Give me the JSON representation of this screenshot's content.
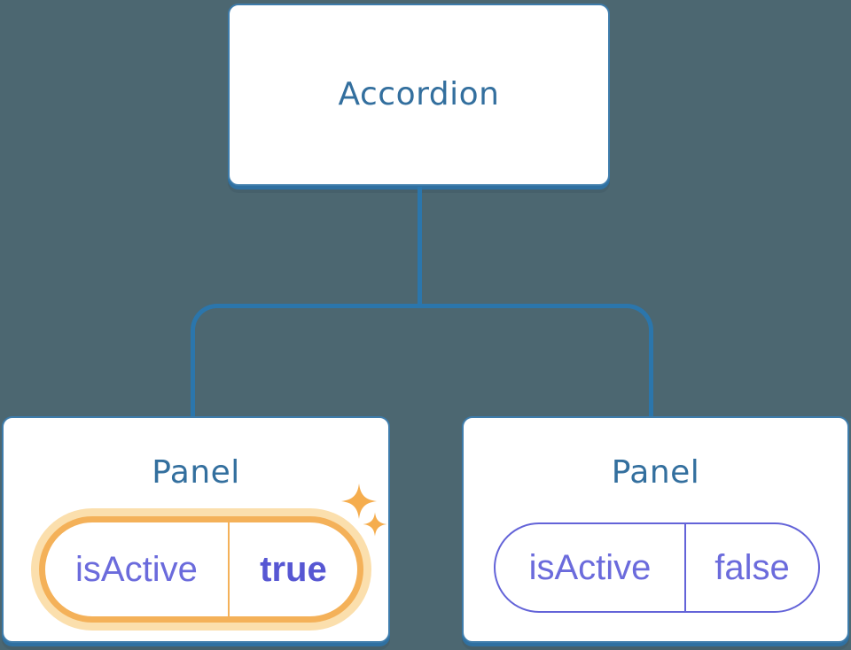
{
  "diagram": {
    "type": "component-tree",
    "root": {
      "label": "Accordion"
    },
    "panels": [
      {
        "label": "Panel",
        "prop_name": "isActive",
        "prop_value": "true",
        "highlighted": true,
        "decoration": "sparkle-icon"
      },
      {
        "label": "Panel",
        "prop_name": "isActive",
        "prop_value": "false",
        "highlighted": false,
        "decoration": null
      }
    ]
  },
  "colors": {
    "background": "#4c6771",
    "node_fill": "#ffffff",
    "node_border": "#3e7cab",
    "node_shadow": "#2f70a1",
    "node_text": "#336f9e",
    "connector": "#2b76ac",
    "state_text": "#6b6bdc",
    "state_value_active": "#5757d3",
    "highlight_border": "#f4b159",
    "highlight_glow": "#fbdfad",
    "sparkle": "#f5ad4e"
  }
}
